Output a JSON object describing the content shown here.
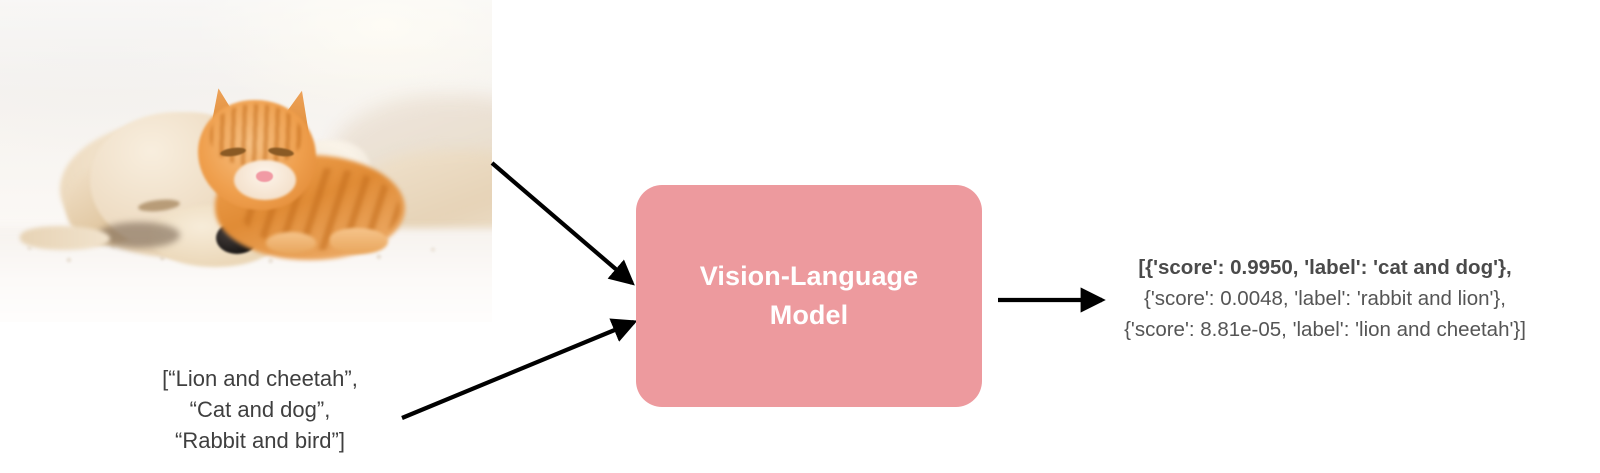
{
  "diagram": {
    "title": "Vision-Language Model zero-shot classification flow",
    "accent_color": "#ed9a9e",
    "text_color": "#555555",
    "arrow_color": "#000000"
  },
  "input_image": {
    "alt": "Sleeping golden puppy and orange tabby kitten cuddling on a white fluffy blanket",
    "subjects": [
      "puppy",
      "kitten"
    ]
  },
  "prompt": {
    "line1": "[“Lion and cheetah”,",
    "line2": "“Cat and dog”,",
    "line3": "“Rabbit and bird”]",
    "candidate_labels": [
      "Lion and cheetah",
      "Cat and dog",
      "Rabbit and bird"
    ]
  },
  "model": {
    "name_line1": "Vision-Language",
    "name_line2": "Model"
  },
  "output": {
    "line1": "[{'score': 0.9950, 'label': 'cat and dog'},",
    "line2": "{'score': 0.0048, 'label': 'rabbit and lion'},",
    "line3": "{'score': 8.81e-05, 'label': 'lion and cheetah'}]",
    "predictions": [
      {
        "score": "0.9950",
        "label": "cat and dog"
      },
      {
        "score": "0.0048",
        "label": "rabbit and lion"
      },
      {
        "score": "8.81e-05",
        "label": "lion and cheetah"
      }
    ]
  }
}
